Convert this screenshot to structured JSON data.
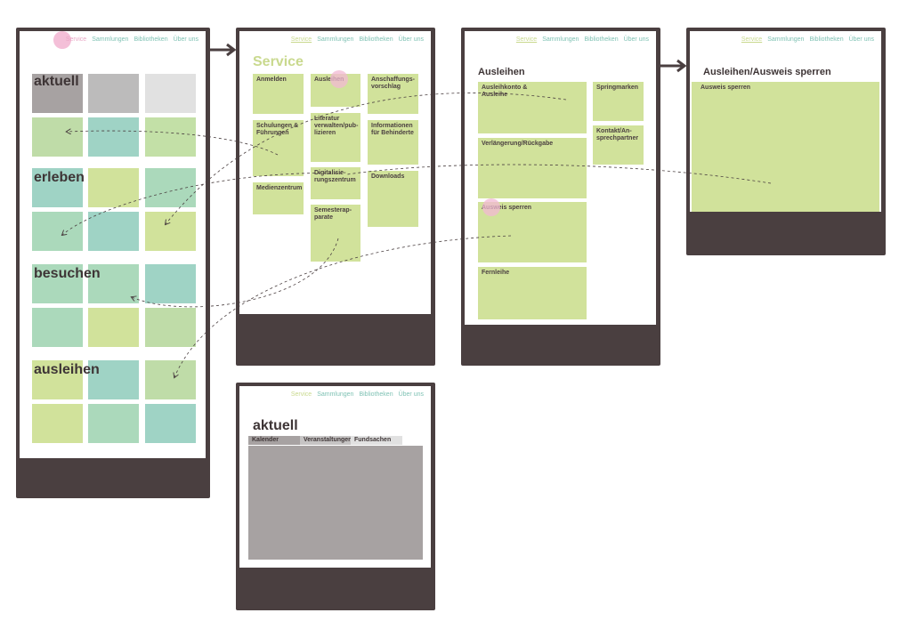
{
  "nav": {
    "service": "Service",
    "sammlungen": "Sammlungen",
    "bibliotheken": "Bibliotheken",
    "ueber": "Über uns"
  },
  "home": {
    "aktuell": "aktuell",
    "erleben": "erleben",
    "besuchen": "besuchen",
    "ausleihen": "ausleihen"
  },
  "service": {
    "title": "Service",
    "items": {
      "anmelden": "Anmelden",
      "ausleihen": "Ausleihen",
      "anschaffung": "Anschaffungs-\nvorschlag",
      "schulungen": "Schulungen &\nFührungen",
      "literatur": "Literatur\nverwalten/pub-\nlizieren",
      "informationen": "Informationen\nfür Behinderte",
      "medienzentrum": "Medienzentrum",
      "digitalisierung": "Digitalisie-\nrungszentrum",
      "downloads": "Downloads",
      "semesterapparate": "Semesterap-\nparate"
    }
  },
  "ausleihen": {
    "title": "Ausleihen",
    "items": {
      "konto": "Ausleihkonto &\nAusleihe",
      "springmarken": "Springmarken",
      "kontakt": "Kontakt/An-\nsprechpartner",
      "verlaengerung": "Verlängerung/Rückgabe",
      "sperren": "Ausweis sperren",
      "fernleihe": "Fernleihe"
    }
  },
  "sperren_page": {
    "title": "Ausleihen/Ausweis sperren",
    "box": "Ausweis sperren"
  },
  "aktuell_page": {
    "title": "aktuell",
    "tabs": {
      "kalender": "Kalender",
      "veranstaltungen": "Veranstaltungen",
      "fundsachen": "Fundsachen"
    }
  },
  "colors": {
    "frame": "#4a3f40",
    "green": "#d1e29b",
    "teal": "#9fd3c5",
    "mint": "#abd9bb",
    "gray": "#a7a2a2",
    "pink": "#f2b8d3"
  }
}
